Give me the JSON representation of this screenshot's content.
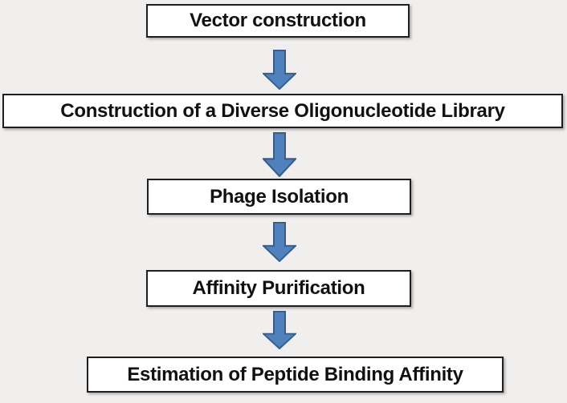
{
  "diagram": {
    "type": "flowchart",
    "direction": "top-down",
    "steps": [
      {
        "label": "Vector construction"
      },
      {
        "label": "Construction of a Diverse Oligonucleotide Library"
      },
      {
        "label": "Phage Isolation"
      },
      {
        "label": "Affinity Purification"
      },
      {
        "label": "Estimation of Peptide Binding Affinity"
      }
    ],
    "connector": "down-block-arrow",
    "colors": {
      "background": "#f1efed",
      "box_fill": "#ffffff",
      "box_border": "#1f1f1f",
      "text": "#111111",
      "arrow_fill": "#4f81bd",
      "arrow_stroke": "#385d8a"
    }
  }
}
